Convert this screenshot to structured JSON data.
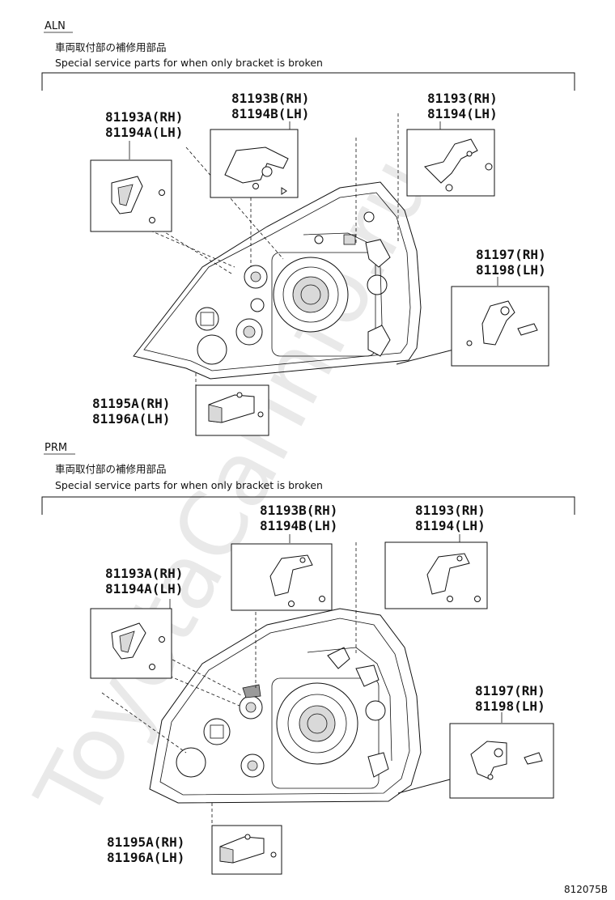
{
  "sections": [
    {
      "tag": "ALN",
      "note_jp": "車両取付部の補修用部品",
      "note_en": "Special service parts for when only bracket is broken",
      "parts": [
        {
          "rh": "81193B(RH)",
          "lh": "81194B(LH)"
        },
        {
          "rh": "81193(RH)",
          "lh": "81194(LH)"
        },
        {
          "rh": "81193A(RH)",
          "lh": "81194A(LH)"
        },
        {
          "rh": "81197(RH)",
          "lh": "81198(LH)"
        },
        {
          "rh": "81195A(RH)",
          "lh": "81196A(LH)"
        }
      ]
    },
    {
      "tag": "PRM",
      "note_jp": "車両取付部の補修用部品",
      "note_en": "Special service parts for when only bracket is broken",
      "parts": [
        {
          "rh": "81193B(RH)",
          "lh": "81194B(LH)"
        },
        {
          "rh": "81193(RH)",
          "lh": "81194(LH)"
        },
        {
          "rh": "81193A(RH)",
          "lh": "81194A(LH)"
        },
        {
          "rh": "81197(RH)",
          "lh": "81198(LH)"
        },
        {
          "rh": "81195A(RH)",
          "lh": "81196A(LH)"
        }
      ]
    }
  ],
  "figure_number": "812075B",
  "watermark": "ToyotaCarInfo.ru"
}
